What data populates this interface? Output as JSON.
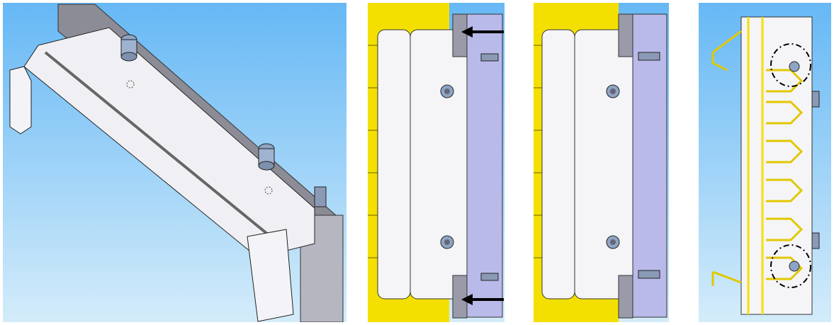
{
  "figure": {
    "panels": [
      {
        "view": "isometric",
        "background": "sky-gradient"
      },
      {
        "view": "side",
        "background": "sky-gradient",
        "arrows": 2
      },
      {
        "view": "side",
        "background": "sky-gradient",
        "arrows": 0
      },
      {
        "view": "front",
        "background": "sky-gradient",
        "dashed_callouts": 2
      }
    ],
    "colors": {
      "sky_top": "#66b8f5",
      "sky_bottom": "#d4ecfa",
      "clamp": "#e6e6ee",
      "plate": "#b9b9ea",
      "rail": "#f4e000",
      "arrow": "#000000",
      "screw": "#8ea4c4"
    }
  }
}
